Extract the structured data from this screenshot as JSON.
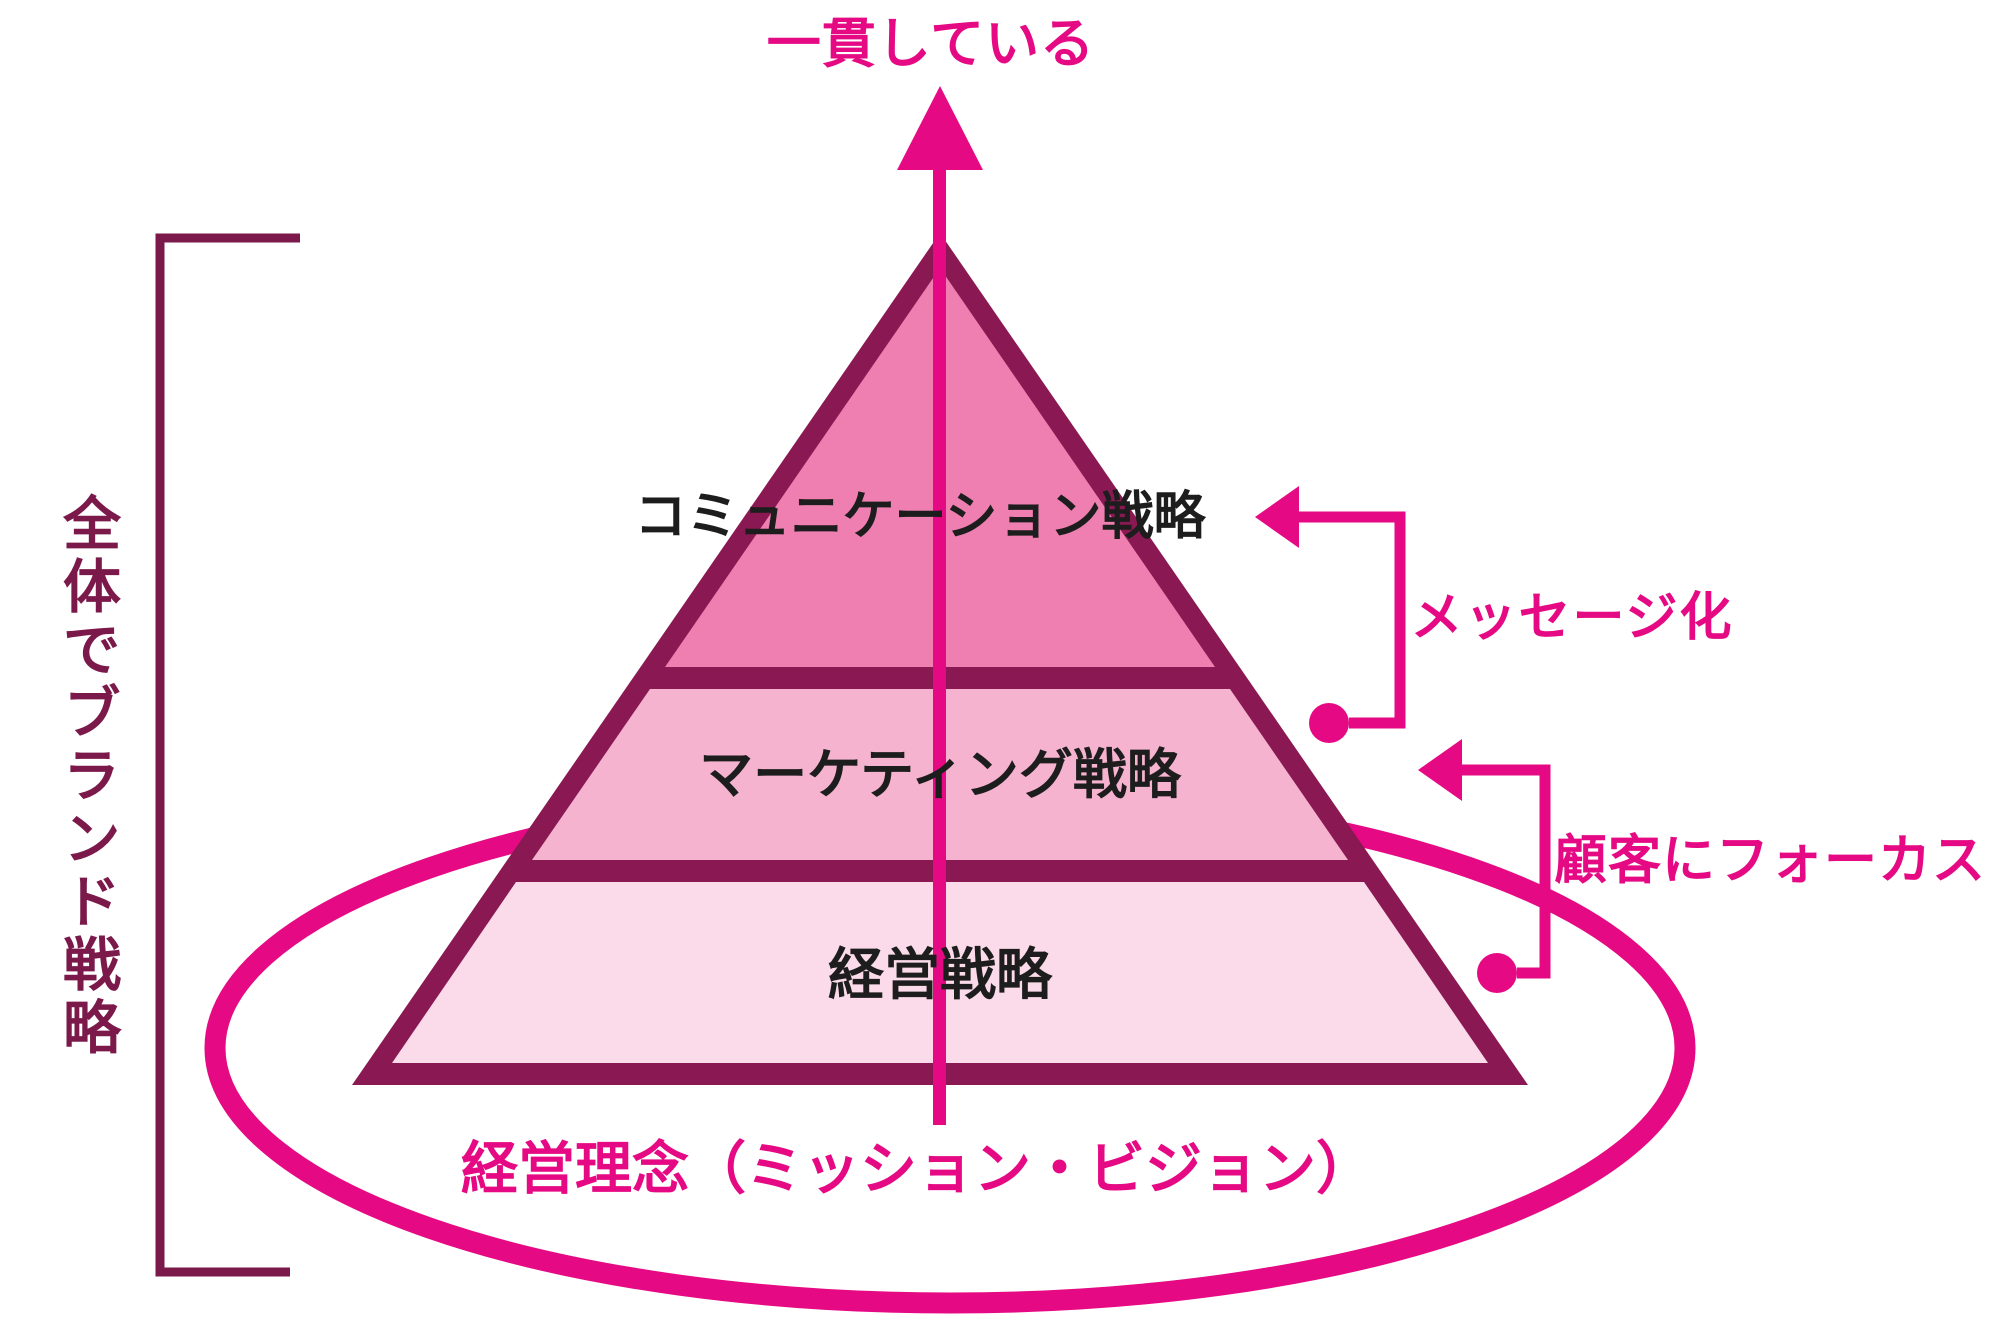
{
  "title": "Brand strategy pyramid diagram",
  "labels": {
    "top_arrow_label": "一貫している",
    "left_bracket_label": "全体でブランド戦略",
    "tier1_label": "コミュニケーション戦略",
    "tier2_label": "マーケティング戦略",
    "tier3_label": "経営戦略",
    "foundation_label": "経営理念（ミッション・ビジョン）",
    "annotation_message": "メッセージ化",
    "annotation_customer": "顧客にフォーカス"
  },
  "colors": {
    "magenta": "#e60984",
    "border": "#8a1953",
    "leftink": "#7b1a4a",
    "ink": "#1d1d1d",
    "t1": "#ee7fb0",
    "t2": "#f5b3d0",
    "t3": "#fbdbe9"
  }
}
